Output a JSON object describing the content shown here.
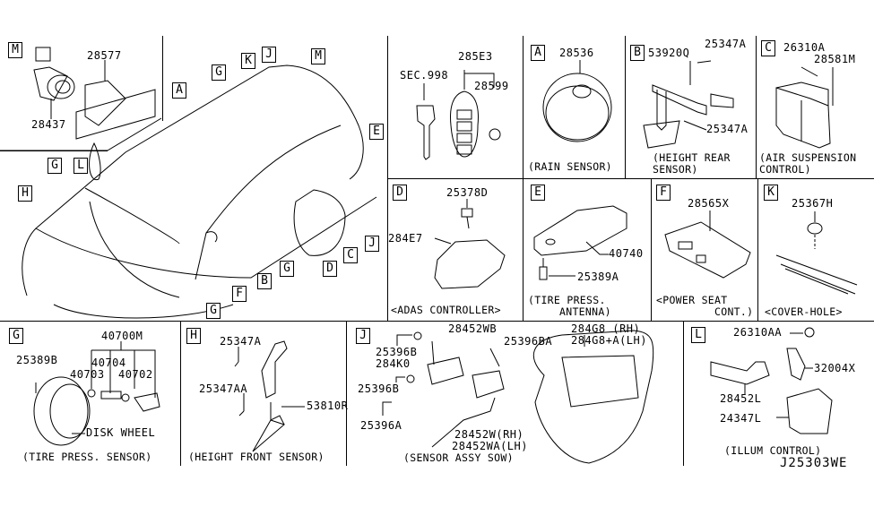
{
  "diagram_id": "J25303WE",
  "overview": {
    "callouts": [
      "M",
      "G",
      "J",
      "K",
      "M",
      "A",
      "E",
      "G",
      "L",
      "H",
      "G",
      "F",
      "B",
      "G",
      "D",
      "C",
      "J"
    ]
  },
  "inset_m": {
    "tag": "M",
    "parts": [
      "28577",
      "28437"
    ]
  },
  "key": {
    "parts": [
      "SEC.998",
      "285E3",
      "28599"
    ]
  },
  "panels": {
    "A": {
      "tag": "A",
      "parts": [
        "28536"
      ],
      "caption": "(RAIN SENSOR)"
    },
    "B": {
      "tag": "B",
      "parts": [
        "53920Q",
        "25347A",
        "25347A"
      ],
      "caption_line1": "(HEIGHT REAR",
      "caption_line2": "SENSOR)"
    },
    "C": {
      "tag": "C",
      "parts": [
        "26310A",
        "28581M"
      ],
      "caption_line1": "(AIR SUSPENSION",
      "caption_line2": "CONTROL)"
    },
    "D": {
      "tag": "D",
      "parts": [
        "25378D",
        "284E7"
      ],
      "caption": "<ADAS CONTROLLER>"
    },
    "E": {
      "tag": "E",
      "parts": [
        "40740",
        "25389A"
      ],
      "caption_line1": "(TIRE PRESS.",
      "caption_line2": "ANTENNA)"
    },
    "F": {
      "tag": "F",
      "parts": [
        "28565X"
      ],
      "caption_line1": "<POWER SEAT",
      "caption_line2": "CONT.)"
    },
    "K": {
      "tag": "K",
      "parts": [
        "25367H"
      ],
      "caption": "<COVER-HOLE>"
    },
    "G": {
      "tag": "G",
      "parts": [
        "40700M",
        "40704",
        "40703",
        "40702",
        "25389B",
        "DISK WHEEL"
      ],
      "caption": "(TIRE PRESS. SENSOR)"
    },
    "H": {
      "tag": "H",
      "parts": [
        "25347A",
        "25347AA",
        "53810R"
      ],
      "caption": "(HEIGHT FRONT SENSOR)"
    },
    "J": {
      "tag": "J",
      "parts": [
        "28452WB",
        "25396BA",
        "25396B",
        "284K0",
        "25396B",
        "25396A",
        "28452W(RH)",
        "28452WA(LH)",
        "284G8 (RH)",
        "284G8+A(LH)"
      ],
      "caption": "(SENSOR ASSY SOW)"
    },
    "L": {
      "tag": "L",
      "parts": [
        "26310AA",
        "32004X",
        "28452L",
        "24347L"
      ],
      "caption": "(ILLUM CONTROL)"
    }
  }
}
